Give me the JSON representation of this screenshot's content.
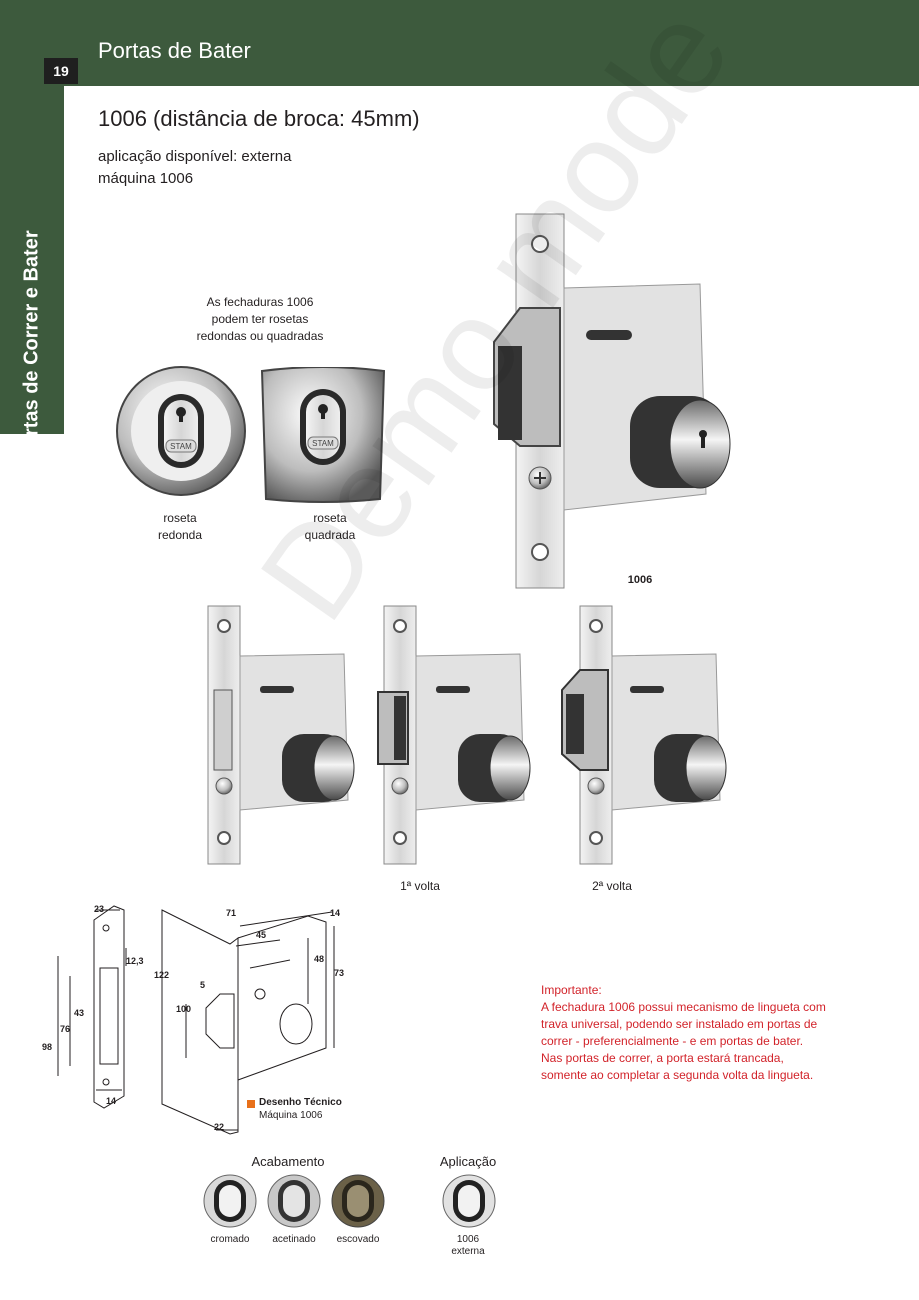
{
  "header": {
    "title": "Portas de Bater",
    "page_number": "19"
  },
  "sidebar": {
    "label": "Portas de Correr e Bater"
  },
  "product": {
    "title": "1006 (distância de broca: 45mm)",
    "application": "aplicação disponível: externa",
    "machine": "máquina 1006"
  },
  "rosettes": {
    "note_lines": [
      "As fechaduras 1006",
      "podem ter rosetas",
      "redondas ou quadradas"
    ],
    "round": {
      "line1": "roseta",
      "line2": "redonda"
    },
    "square": {
      "line1": "roseta",
      "line2": "quadrada"
    },
    "brand": "STAM"
  },
  "main_lock": {
    "label": "1006"
  },
  "lock_states": {
    "first": "1ª volta",
    "second": "2ª volta"
  },
  "watermark": "Demo mode",
  "drawing": {
    "dims": {
      "d23": "23",
      "d12_3": "12,3",
      "d43": "43",
      "d76": "76",
      "d98": "98",
      "d14a": "14",
      "d71": "71",
      "d14b": "14",
      "d45": "45",
      "d122": "122",
      "d5": "5",
      "d100": "100",
      "d48": "48",
      "d73": "73",
      "d22": "22"
    },
    "legend_title": "Desenho Técnico",
    "legend_sub": "Máquina 1006"
  },
  "important": {
    "title": "Importante:",
    "lines": [
      "A fechadura 1006 possui mecanismo de lingueta com",
      "trava universal, podendo ser instalado em portas de",
      "correr - preferencialmente - e em portas de bater.",
      "Nas portas de correr, a porta estará trancada,",
      "somente ao completar a segunda volta da lingueta."
    ]
  },
  "finishes": {
    "title": "Acabamento",
    "items": [
      {
        "label": "cromado",
        "color": "#d9d9d9"
      },
      {
        "label": "acetinado",
        "color": "#c8c8c8"
      },
      {
        "label": "escovado",
        "color": "#6b6148"
      }
    ]
  },
  "application": {
    "title": "Aplicação",
    "line1": "1006",
    "line2": "externa"
  },
  "colors": {
    "header_green": "#3d5a3d",
    "alert_red": "#d2232a",
    "legend_orange": "#e8701a"
  }
}
